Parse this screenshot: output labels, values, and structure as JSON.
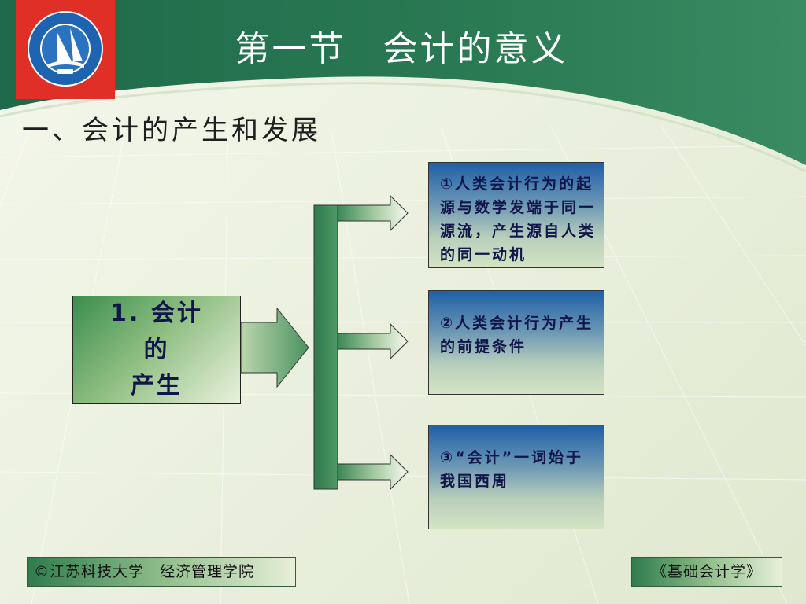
{
  "slide": {
    "title": "第一节　会计的意义",
    "section_heading": "一、会计的产生和发展"
  },
  "diagram": {
    "source": {
      "line1": "1. 会计的",
      "line2": "产生"
    },
    "results": [
      {
        "text": "①人类会计行为的起源与数学发端于同一源流，产生源自人类的同一动机"
      },
      {
        "text": "②人类会计行为产生的前提条件"
      },
      {
        "text": "③“会计”一词始于我国西周"
      }
    ]
  },
  "footer": {
    "left": "©江苏科技大学　经济管理学院",
    "right": "《基础会计学》"
  },
  "colors": {
    "header_green": "#2a7a54",
    "logo_red": "#e02f26",
    "arrow_green": "#2f7a4c",
    "text_navy": "#11154a"
  }
}
